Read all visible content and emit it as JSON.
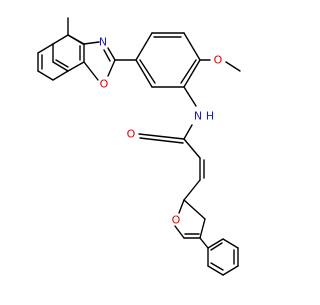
{
  "molecule": {
    "atom_labels": {
      "benzoxazole_n": "N",
      "benzoxazole_o": "O",
      "methoxy_o": "O",
      "amide_n": "N",
      "amide_h": "H",
      "carbonyl_o": "O",
      "furan_o": "O"
    },
    "colors": {
      "bond": "#000000",
      "nitrogen": "#1a1acc",
      "oxygen": "#e00000"
    }
  }
}
